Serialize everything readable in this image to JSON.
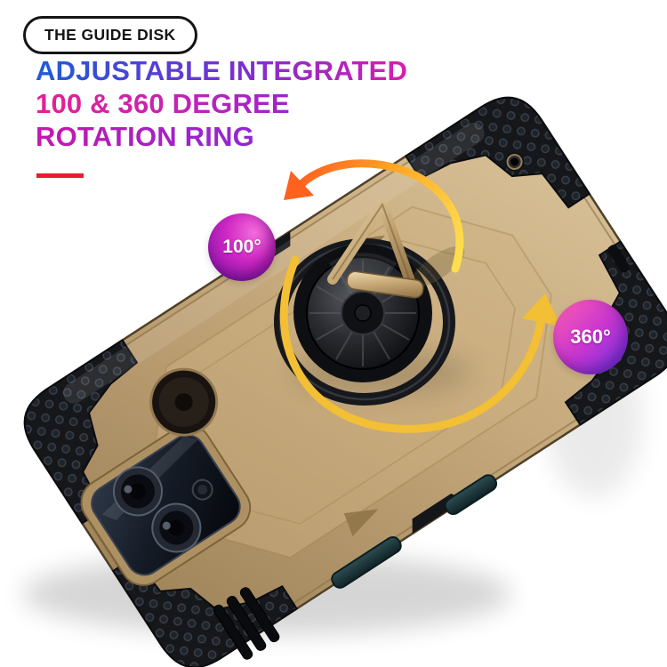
{
  "guide_pill": {
    "label": "THE GUIDE DISK"
  },
  "heading": {
    "line1": "ADJUSTABLE INTEGRATED",
    "line2": "100 & 360 DEGREE",
    "line3": "ROTATION RING"
  },
  "badges": {
    "rotation_small": "100°",
    "rotation_large": "360°"
  },
  "colors": {
    "accent_red": "#e81c2e",
    "heading_blue": "#1d5bd8",
    "heading_magenta": "#d61fae",
    "heading_purple": "#8f28d4",
    "badge_small_gradient": [
      "#f36bdb",
      "#7c10a6"
    ],
    "badge_large_gradient": [
      "#ff5fb0",
      "#6e33e8"
    ],
    "case_gold": "#c3a478",
    "armor_black": "#15171b",
    "arrow_yellow": "#f2bf35",
    "arrow_orange": "#ff611f"
  }
}
